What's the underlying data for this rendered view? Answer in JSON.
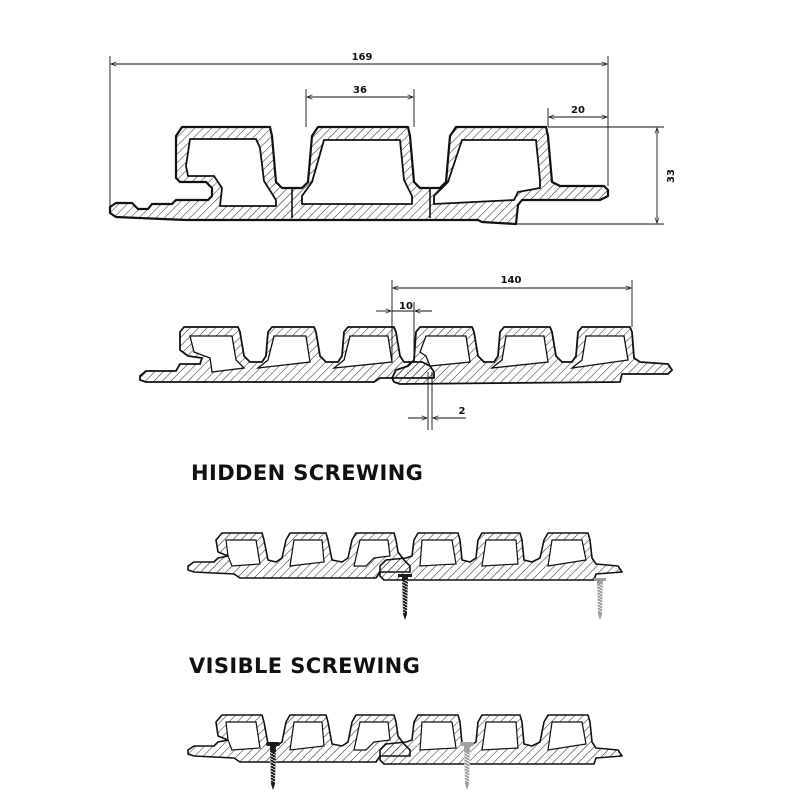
{
  "detail": {
    "overall_width": "169",
    "rib_width": "36",
    "end_width": "20",
    "height": "33"
  },
  "joint": {
    "module_width": "140",
    "overlap": "10",
    "gap": "2"
  },
  "sections": {
    "hidden_title": "HIDDEN SCREWING",
    "visible_title": "VISIBLE SCREWING"
  },
  "colors": {
    "line": "#111111",
    "hatch": "#333333",
    "screw_dark": "#1a1a1a",
    "screw_light": "#a0a0a0"
  },
  "icons": {
    "screw": "screw-icon"
  }
}
